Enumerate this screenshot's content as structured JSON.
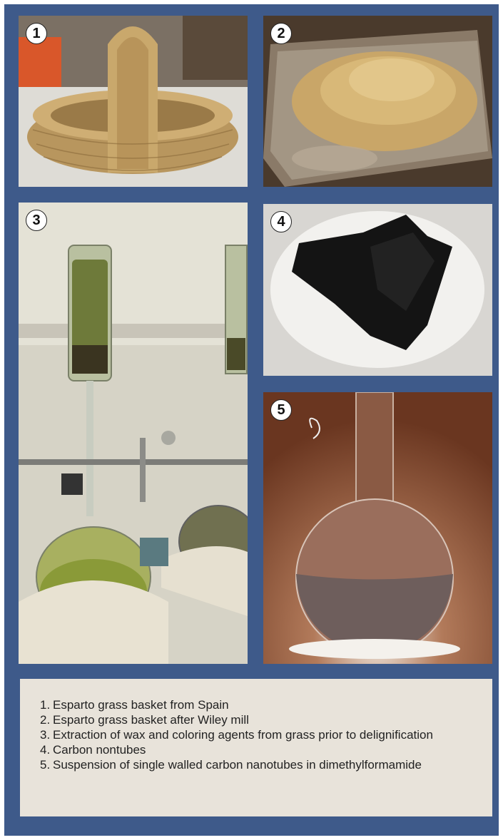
{
  "panels": [
    {
      "number": "1",
      "subject": "basket"
    },
    {
      "number": "2",
      "subject": "milled-powder"
    },
    {
      "number": "3",
      "subject": "extraction-apparatus"
    },
    {
      "number": "4",
      "subject": "carbon-sheet"
    },
    {
      "number": "5",
      "subject": "flask"
    }
  ],
  "captions": [
    {
      "num": "1.",
      "text": "Esparto grass basket from Spain"
    },
    {
      "num": "2.",
      "text": "Esparto grass basket after Wiley mill"
    },
    {
      "num": "3.",
      "text": "Extraction of wax and coloring agents from grass prior to delignification"
    },
    {
      "num": "4.",
      "text": "Carbon nontubes"
    },
    {
      "num": "5.",
      "text": "Suspension of single walled carbon nanotubes in dimethylformamide"
    }
  ],
  "colors": {
    "frame": "#3e5a8a",
    "caption_bg": "#e8e3da"
  }
}
